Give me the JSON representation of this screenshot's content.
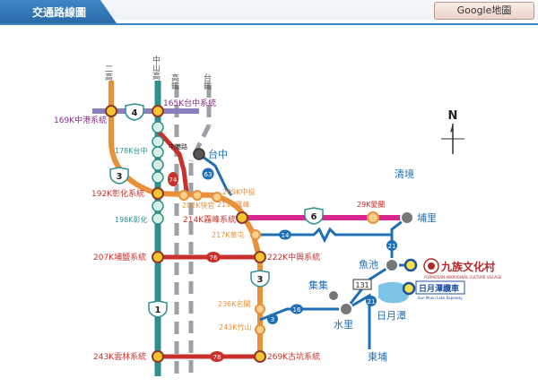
{
  "header": {
    "title": "交通路線圖",
    "map_button": "Google地圖"
  },
  "map": {
    "north": "N",
    "highway_labels": {
      "fw3": "二高",
      "fw1": "中山高",
      "hsr": "高鐵",
      "tra": "台鐵"
    },
    "shields": {
      "s4": "4",
      "s3a": "3",
      "s3b": "3",
      "s1": "1",
      "s6": "6",
      "s63": "63",
      "s74": "74",
      "s76": "76",
      "s78": "78",
      "s14": "14",
      "s16": "16",
      "s21a": "21",
      "s21b": "21",
      "s131": "131",
      "s3c": "3"
    },
    "labels": {
      "fw3_169": "169K中港系統",
      "fw1_165": "165K台中系統",
      "fw1_178": "178K台中",
      "road_zg": "中港路",
      "city_tc": "台中",
      "fw3_192": "192K彰化系統",
      "fw1_198": "198K彰化",
      "fw3_202": "202K快官",
      "fw3_209": "209K中投",
      "fw3_211": "211K霧峰",
      "fw3_214": "214K霧峰系統",
      "fw3_217": "217K草屯",
      "qj": "清境",
      "puli": "埔里",
      "ailan": "29K愛蘭",
      "fw1_207": "207K埔鹽系統",
      "fw3_222": "222K中興系統",
      "yuchi": "魚池",
      "jiji": "集集",
      "shuili": "水里",
      "sml": "日月潭",
      "fw3_236": "236K名間",
      "fw3_243": "243K竹山",
      "fw1_243": "243K雲林系統",
      "fw3_269": "269K古坑系統",
      "dongpu": "東埔",
      "fcv": "九族文化村",
      "fcv_en": "FORMOSAN ABORIGINAL CULTURE VILLAGE",
      "ropeway": "日月潭纜車",
      "ropeway_en": "Sun Moon Lake Ropeway"
    },
    "colors": {
      "freeway3": "#e8913a",
      "freeway1": "#2f8f8c",
      "expressway": "#c9302c",
      "highway6": "#d8288f",
      "provincial": "#1e6fb5",
      "grey": "#9aa0a6",
      "purple": "#8a7fbf"
    }
  }
}
